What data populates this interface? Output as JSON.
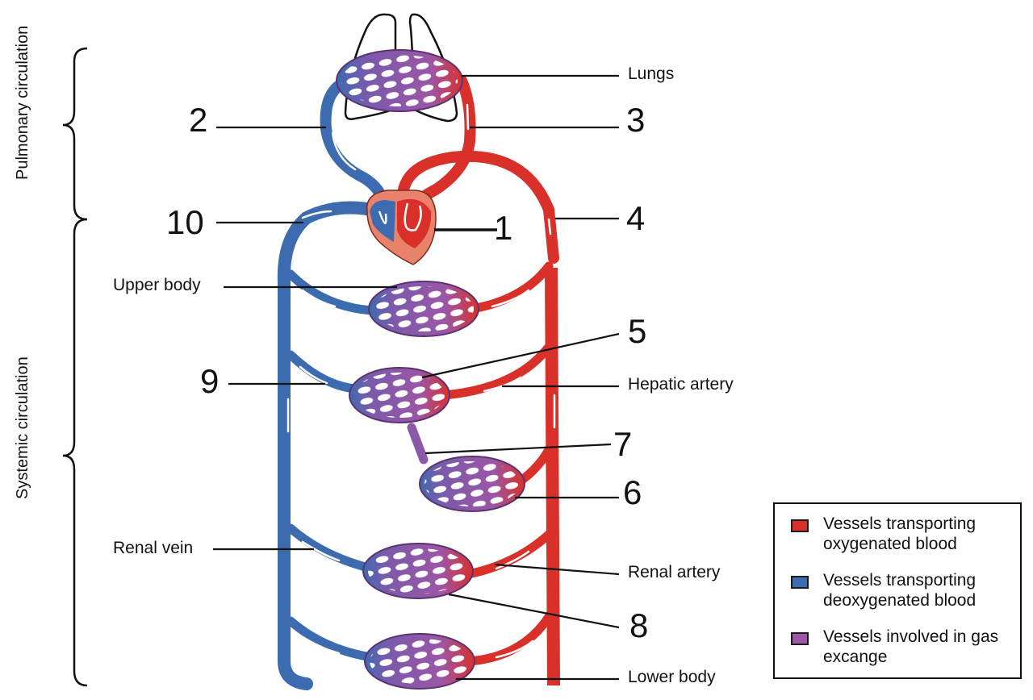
{
  "diagram": {
    "title": "Pulmonary and systemic circulation",
    "brackets": {
      "pulmonary": "Pulmonary circulation",
      "systemic": "Systemic circulation"
    },
    "labels": {
      "lungs": "Lungs",
      "upper_body": "Upper body",
      "hepatic_artery": "Hepatic artery",
      "renal_vein": "Renal vein",
      "renal_artery": "Renal artery",
      "lower_body": "Lower body"
    },
    "numbers": {
      "n1": "1",
      "n2": "2",
      "n3": "3",
      "n4": "4",
      "n5": "5",
      "n6": "6",
      "n7": "7",
      "n8": "8",
      "n9": "9",
      "n10": "10"
    }
  },
  "legend": {
    "items": [
      {
        "label": "Vessels transporting oxygenated blood",
        "color": "#d9302a"
      },
      {
        "label": "Vessels transporting deoxygenated blood",
        "color": "#3d6bb0"
      },
      {
        "label": "Vessels involved in gas excange",
        "color": "#9c59a8"
      }
    ]
  },
  "colors": {
    "artery": "#d9302a",
    "vein": "#3d6bb0",
    "capillary": "#8e5aa8",
    "capillary_outline": "#5b3370",
    "heart_outer": "#e8826b",
    "outline": "#111111"
  }
}
